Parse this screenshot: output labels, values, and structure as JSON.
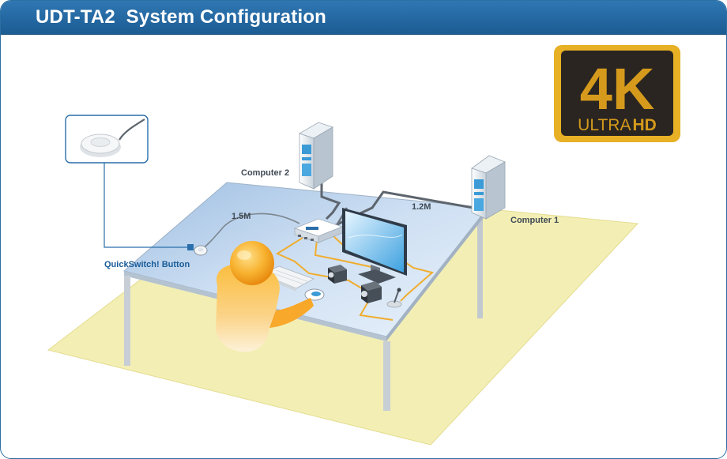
{
  "header": {
    "title": "UDT-TA2  System Configuration"
  },
  "badge": {
    "big": "4K",
    "ultra": "ULTRA",
    "hd": "HD",
    "bg": "#e7b025",
    "inner": "#2a2521"
  },
  "labels": {
    "computer1": "Computer 1",
    "computer2": "Computer 2",
    "cable1": "1.2M",
    "cable2": "1.5M",
    "quickswitch": "QuickSwitch! Button"
  },
  "colors": {
    "accent": "#2a6fac",
    "floor": "#f3efb4",
    "desk": "#c4d9f0",
    "cable_orange": "#f0ad2e",
    "person": "#f59f1f"
  }
}
